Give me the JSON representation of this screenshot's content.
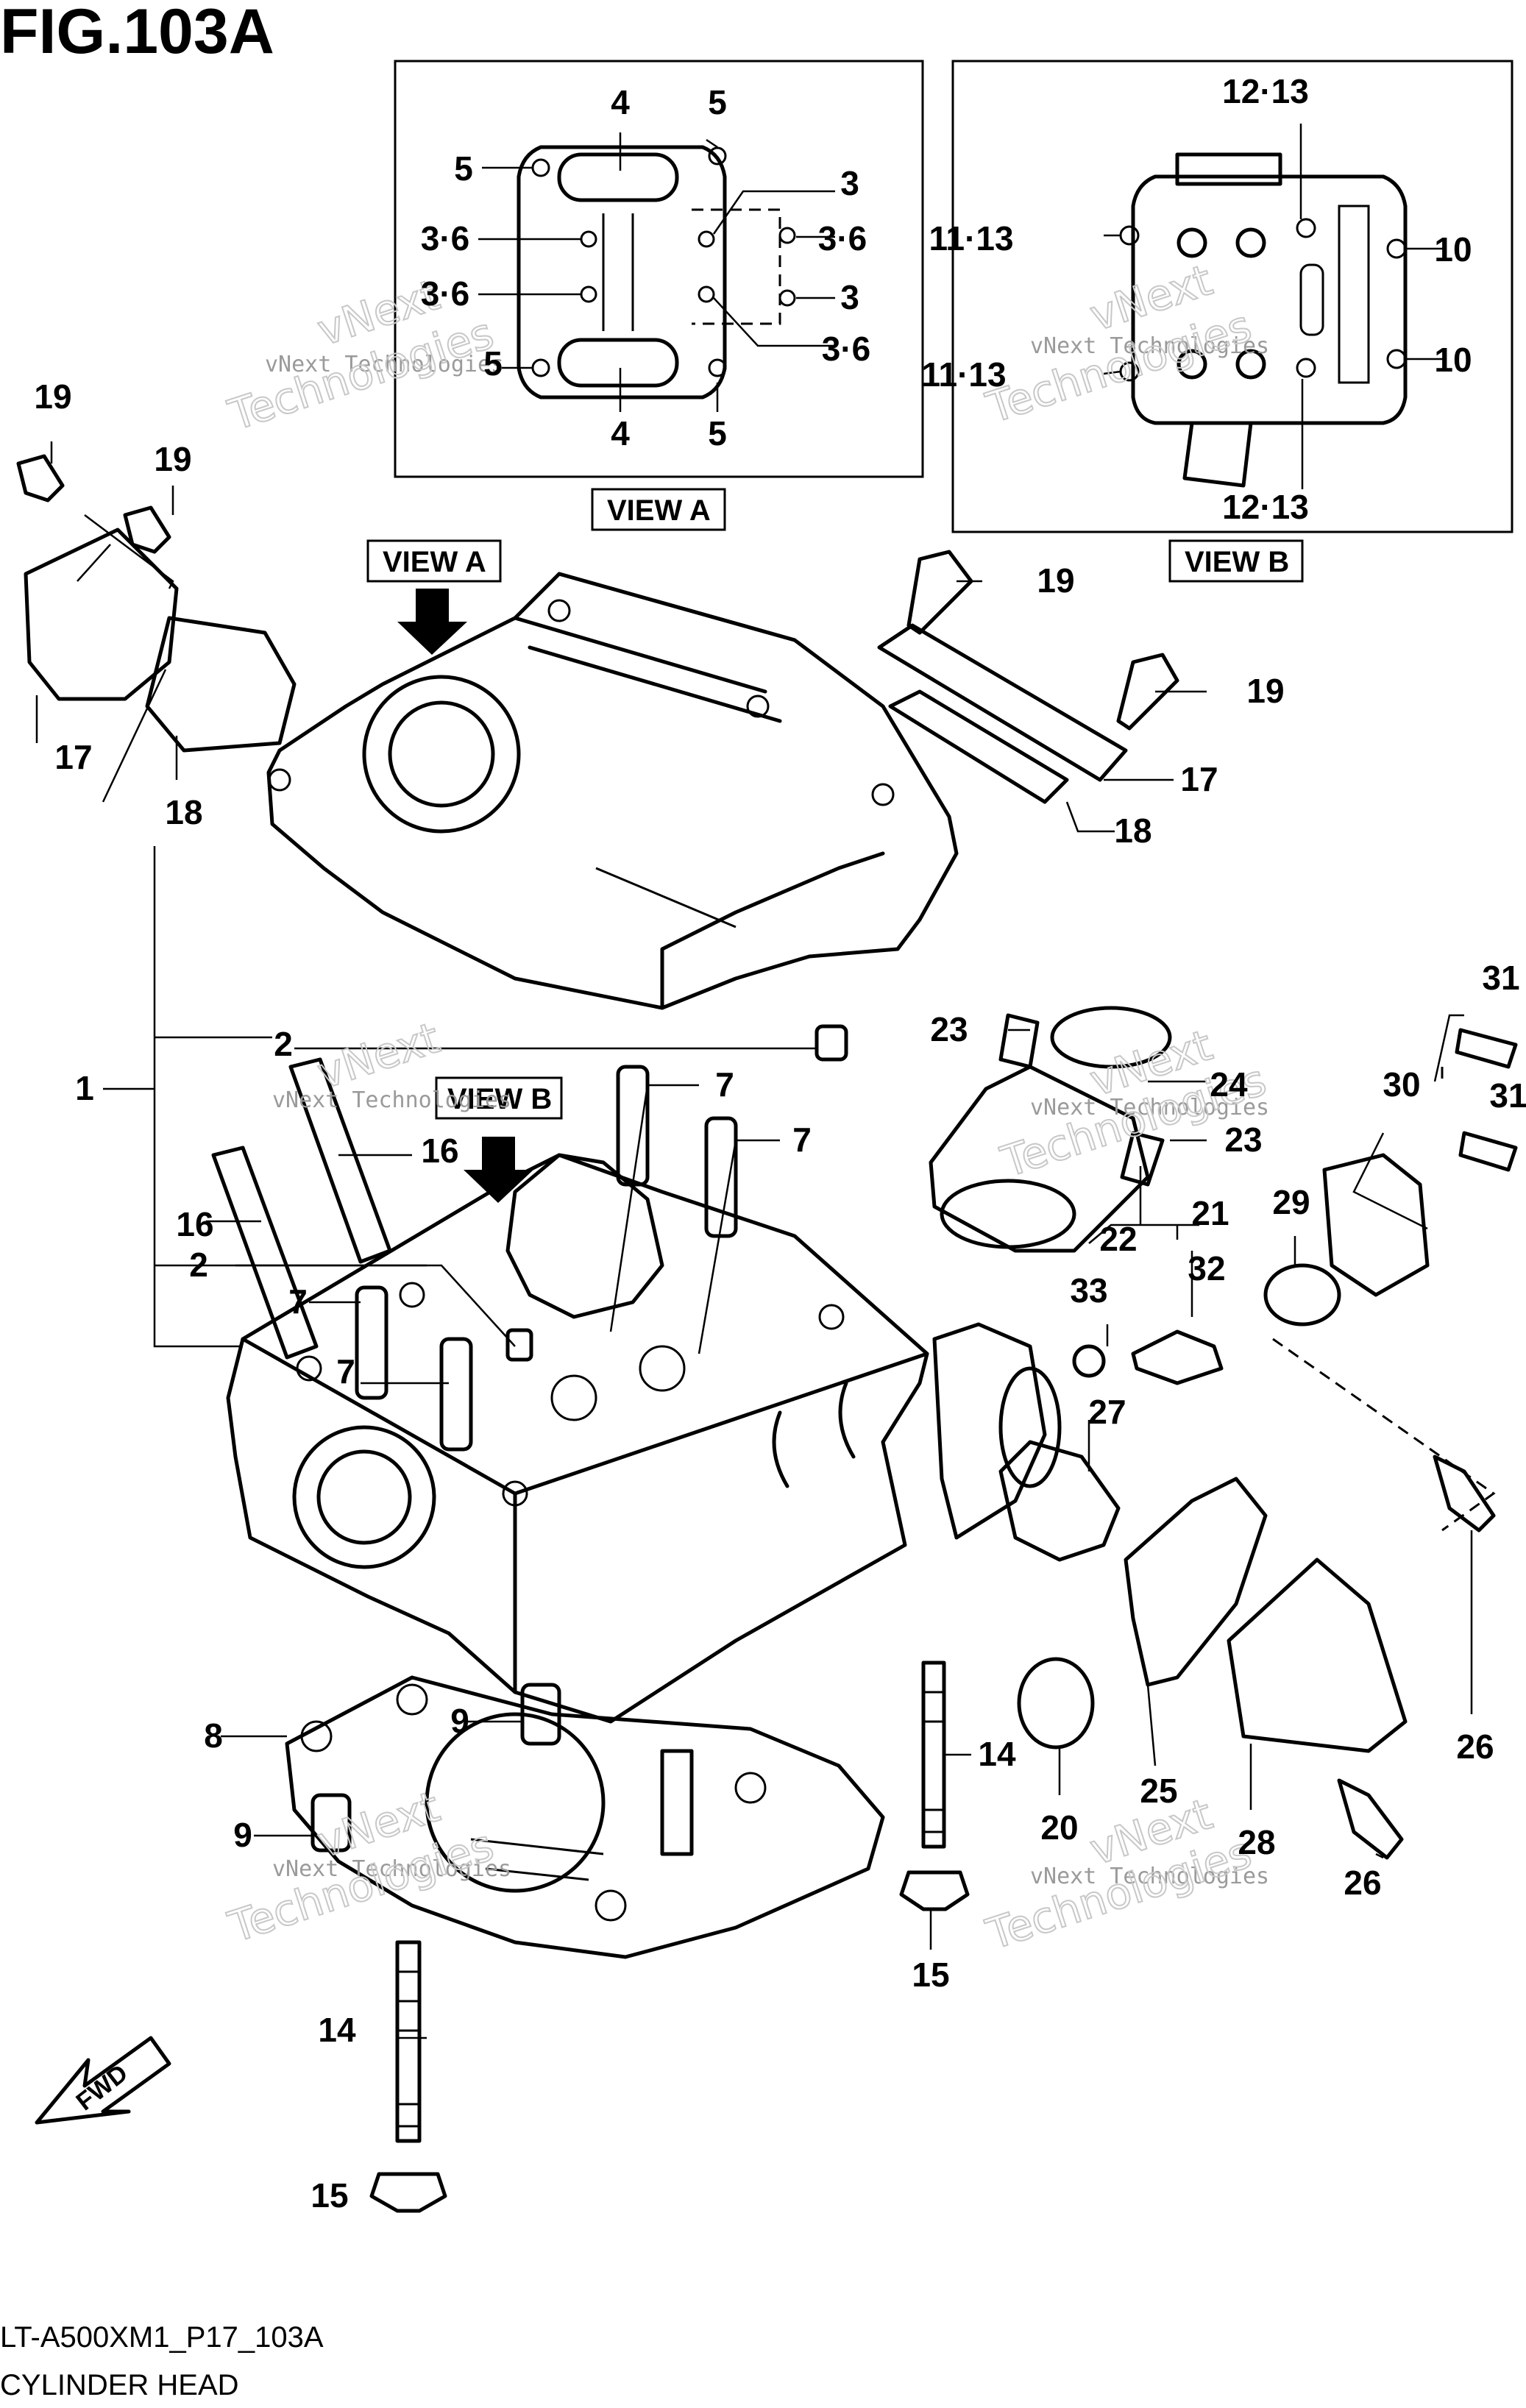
{
  "figure": {
    "title": "FIG.103A",
    "code": "LT-A500XM1_P17_103A",
    "name": "CYLINDER HEAD"
  },
  "views": {
    "view_a": "VIEW A",
    "view_b": "VIEW B"
  },
  "fwd_label": "FWD",
  "watermark": {
    "line1": "vNext Technologies",
    "line2": "vNext",
    "line3": "Technologies"
  },
  "callouts": {
    "view_a": [
      "4",
      "5",
      "5",
      "3·6",
      "3·6",
      "3",
      "3·6",
      "3",
      "5",
      "3·6",
      "4",
      "5"
    ],
    "view_b": [
      "12·13",
      "11·13",
      "10",
      "11·13",
      "10",
      "12·13"
    ],
    "main": [
      "19",
      "19",
      "19",
      "19",
      "17",
      "18",
      "17",
      "18",
      "1",
      "2",
      "2",
      "7",
      "7",
      "7",
      "7",
      "16",
      "16",
      "23",
      "24",
      "23",
      "21",
      "22",
      "31",
      "30",
      "31",
      "29",
      "33",
      "32",
      "27",
      "8",
      "9",
      "9",
      "14",
      "14",
      "15",
      "15",
      "20",
      "25",
      "28",
      "26",
      "26"
    ]
  }
}
